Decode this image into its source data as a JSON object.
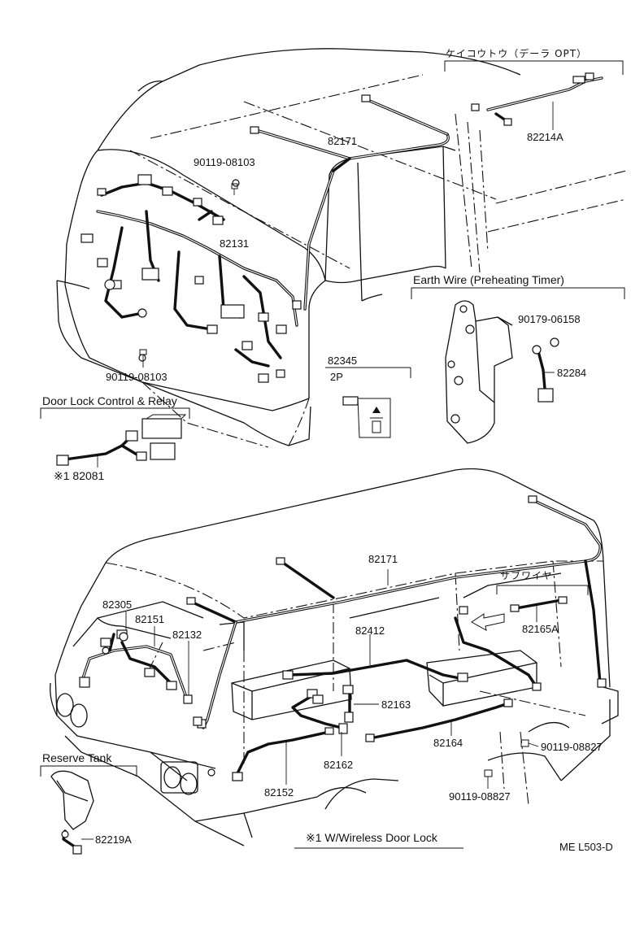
{
  "diagram": {
    "labels": {
      "opt_header": "ケイコウトウ（デーラ OPT）",
      "part_82214A": "82214A",
      "part_82171_top": "82171",
      "bolt_top": "90119-08103",
      "part_82131": "82131",
      "earth_header": "Earth Wire (Preheating Timer)",
      "part_90179": "90179-06158",
      "part_82284": "82284",
      "part_82345": "82345",
      "part_82345_sub": "2P",
      "bolt_mid": "90119-08103",
      "door_lock_header": "Door Lock Control & Relay",
      "part_82081": "※1 82081",
      "part_82171_bottom": "82171",
      "sub_wire_header": "サブワイヤ",
      "part_82165A": "82165A",
      "part_82305": "82305",
      "part_82151": "82151",
      "part_82132": "82132",
      "part_82412": "82412",
      "part_82163": "82163",
      "part_82164": "82164",
      "bolt_right": "90119-08827",
      "bolt_right2": "90119-08827",
      "part_82162": "82162",
      "part_82152": "82152",
      "reserve_header": "Reserve Tank",
      "part_82219A": "82219A",
      "footnote": "※1 W/Wireless Door Lock",
      "figure_code": "ME L503-D"
    }
  }
}
